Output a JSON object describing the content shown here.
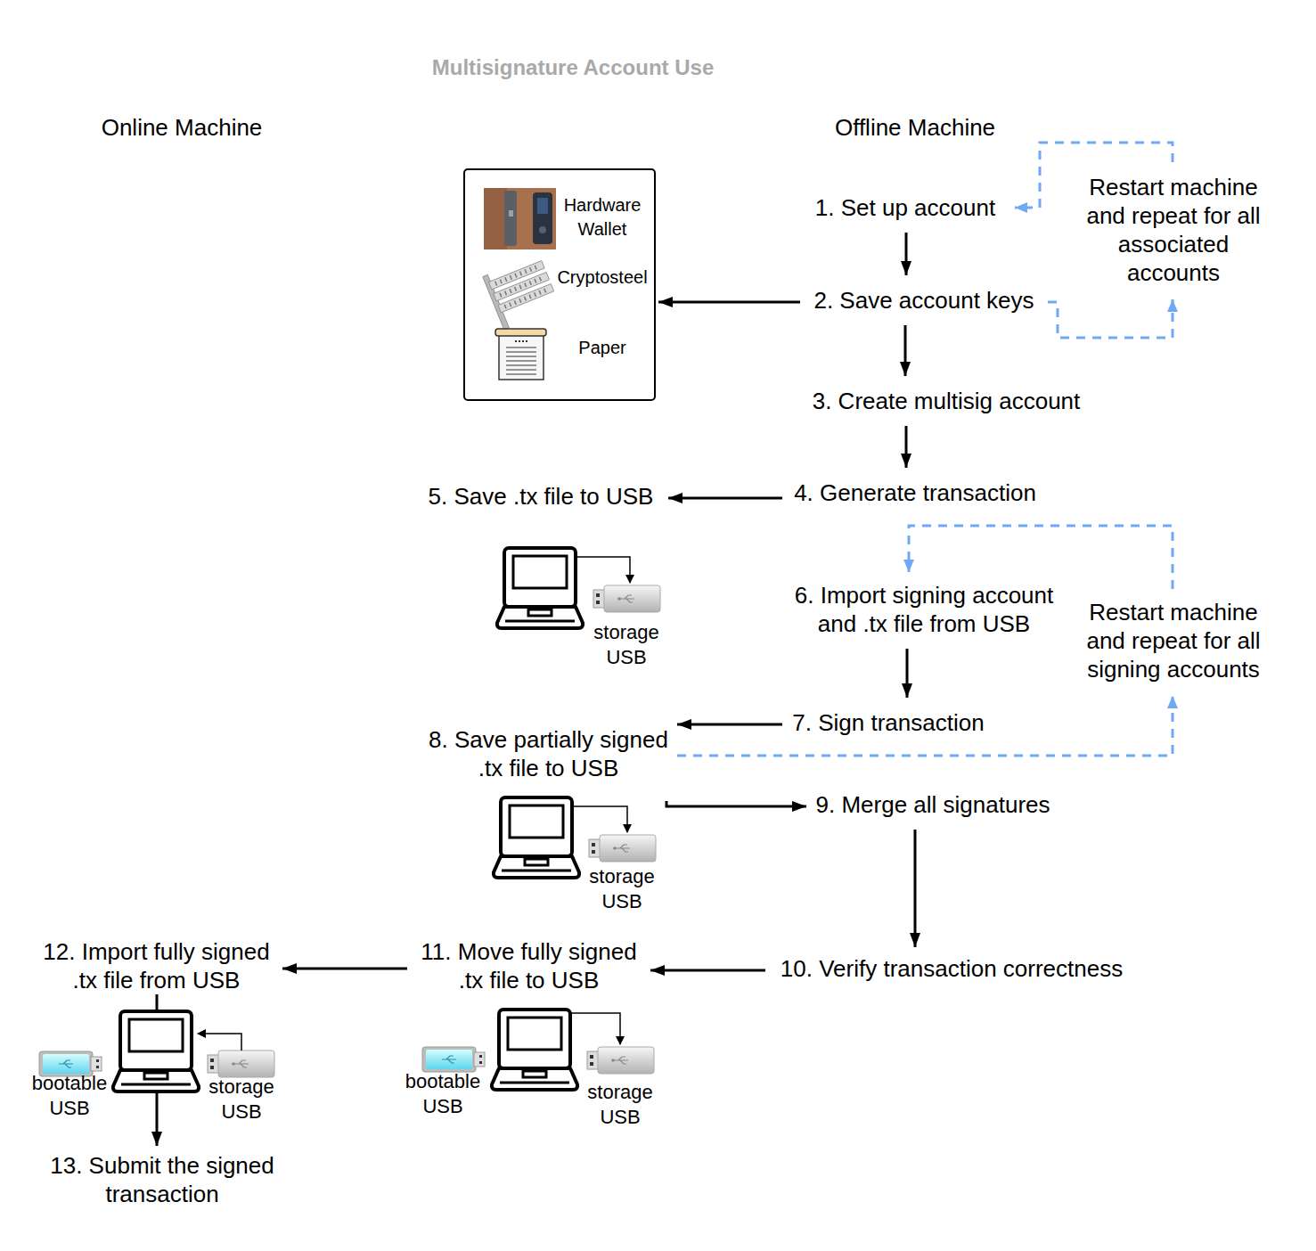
{
  "diagram": {
    "title": "Multisignature Account Use",
    "nodes": [
      {
        "text": [
          "1. Set up account"
        ]
      },
      {
        "text": [
          "Restart machine and repeat for all associated accounts"
        ]
      },
      {
        "text": [
          "Hardware Wallet",
          "Cryptosteel",
          "Paper"
        ]
      },
      {
        "text": [
          "2. Save account keys"
        ]
      },
      {
        "text": [
          "3. Create multisig account"
        ]
      },
      {
        "text": [
          "5. Save .tx file to USB"
        ]
      },
      {
        "text": [
          "4. Generate transaction"
        ]
      },
      {
        "text": [
          "6. Import signing account and .tx file from USB"
        ]
      },
      {
        "text": [
          "Restart machine and repeat for all signing accounts"
        ]
      },
      {
        "text": [
          "7. Sign transaction"
        ]
      },
      {
        "text": [
          "8. Save partially signed .tx file to USB"
        ]
      },
      {
        "text": [
          "9. Merge all signatures"
        ]
      },
      {
        "text": [
          "12. Import fully signed .tx file from USB"
        ]
      },
      {
        "text": [
          "11. Move fully signed .tx file to USB"
        ]
      },
      {
        "text": [
          "10. Verify transaction correctness"
        ]
      },
      {
        "text": [
          "13. Submit the signed transaction"
        ]
      }
    ],
    "edges": [
      {
        "from": 0,
        "to": 3,
        "arrow": "to"
      },
      {
        "from": 3,
        "to": 4,
        "arrow": "to"
      },
      {
        "from": 3,
        "to": 2,
        "arrow": "to"
      },
      {
        "from": 3,
        "to": 1,
        "arrow": "to"
      },
      {
        "from": 1,
        "to": 0,
        "arrow": "to"
      },
      {
        "from": 4,
        "to": 6,
        "arrow": "to"
      },
      {
        "from": 6,
        "to": 5,
        "arrow": "to"
      },
      {
        "from": 7,
        "to": 9,
        "arrow": "to"
      },
      {
        "from": 9,
        "to": 10,
        "arrow": "to"
      },
      {
        "from": 10,
        "to": 8,
        "arrow": "to"
      },
      {
        "from": 8,
        "to": 7,
        "arrow": "to"
      },
      {
        "from": 10,
        "to": 11,
        "arrow": "to"
      },
      {
        "from": 11,
        "to": 14,
        "arrow": "to"
      },
      {
        "from": 14,
        "to": 13,
        "arrow": "to"
      },
      {
        "from": 13,
        "to": 12,
        "arrow": "to"
      },
      {
        "from": 12,
        "to": 15,
        "arrow": "to"
      }
    ],
    "labels": [
      "Online Machine",
      "Offline Machine",
      "storage USB",
      "storage USB",
      "bootable USB",
      "storage USB",
      "bootable USB",
      "storage USB"
    ]
  }
}
